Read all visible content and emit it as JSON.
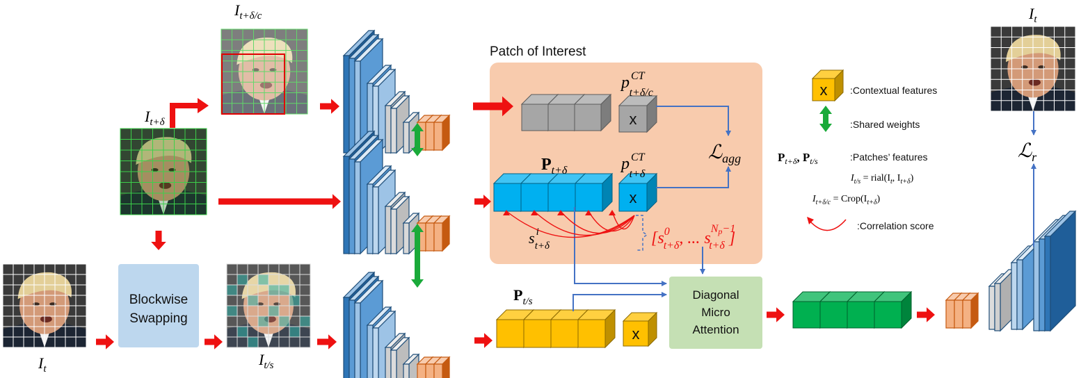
{
  "labels": {
    "i_t_delta_c": "I",
    "i_t_delta_c_sub": "t+δ/c",
    "i_t_delta": "I",
    "i_t_delta_sub": "t+δ",
    "i_t_left": "I",
    "i_t_left_sub": "t",
    "i_t_s": "I",
    "i_t_s_sub": "t/s",
    "i_t_right": "I",
    "i_t_right_sub": "t",
    "patch_of_interest": "Patch of Interest",
    "blockwise": "Blockwise",
    "swapping": "Swapping",
    "dma_line1": "Diagonal",
    "dma_line2": "Micro",
    "dma_line3": "Attention",
    "p_ct_c": "p",
    "p_ct_c_sup": "CT",
    "p_ct_c_sub": "t+δ/c",
    "p_ct": "p",
    "p_ct_sup": "CT",
    "p_ct_sub": "t+δ",
    "P_t_delta": "P",
    "P_t_delta_sub": "t+δ",
    "P_t_s": "P",
    "P_t_s_sub": "t/s",
    "L_agg": "ℒ",
    "L_agg_sub": "agg",
    "L_r": "ℒ",
    "L_r_sub": "r",
    "s_i": "s",
    "s_i_sup": "i",
    "s_i_sub": "t+δ",
    "scores_open": "[s",
    "scores_0_sup": "0",
    "scores_0_sub": "t+δ",
    "scores_mid": ", ... s",
    "scores_n_sup": "N",
    "scores_n_sup_sub": "p",
    "scores_n_sup_tail": "−1",
    "scores_n_sub": "t+δ",
    "scores_close": "]",
    "x_mark": "x"
  },
  "legend": {
    "contextual": ":Contextual features",
    "shared": ":Shared weights",
    "patches_P1": "P",
    "patches_P1_sub": "t+δ",
    "patches_sep": ", ",
    "patches_P2": "P",
    "patches_P2_sub": "t/s",
    "patches_text": ":Patches’ features",
    "eq1_lhs": "I",
    "eq1_lhs_sub": "t/s",
    "eq1_rhs": " = rial(I",
    "eq1_rhs_sub1": "t",
    "eq1_rhs_mid": ", I",
    "eq1_rhs_sub2": "t+δ",
    "eq1_rhs_end": ")",
    "eq2_lhs": "I",
    "eq2_lhs_sub": "t+δ/c",
    "eq2_rhs": " = Crop(I",
    "eq2_rhs_sub": "t+δ",
    "eq2_rhs_end": ")",
    "correlation": ":Correlation score"
  },
  "icons": [
    "face-image",
    "red-arrow",
    "green-double-arrow",
    "encoder-stack",
    "decoder-stack",
    "feature-cube",
    "correlation-arc"
  ],
  "colors": {
    "red": "#ee1111",
    "green_arrow": "#1aaa3a",
    "blue_line": "#4472c4",
    "poi_bg": "#f8cbad",
    "dma_bg": "#c5e0b4",
    "blockwise_bg": "#bdd7ee",
    "grey_cube": "#a6a6a6",
    "blue_cube": "#00b0f0",
    "yellow_cube": "#ffc000",
    "green_cube": "#00b050",
    "orange_cube": "#f4b183",
    "enc_blue": "#5b9bd5"
  }
}
